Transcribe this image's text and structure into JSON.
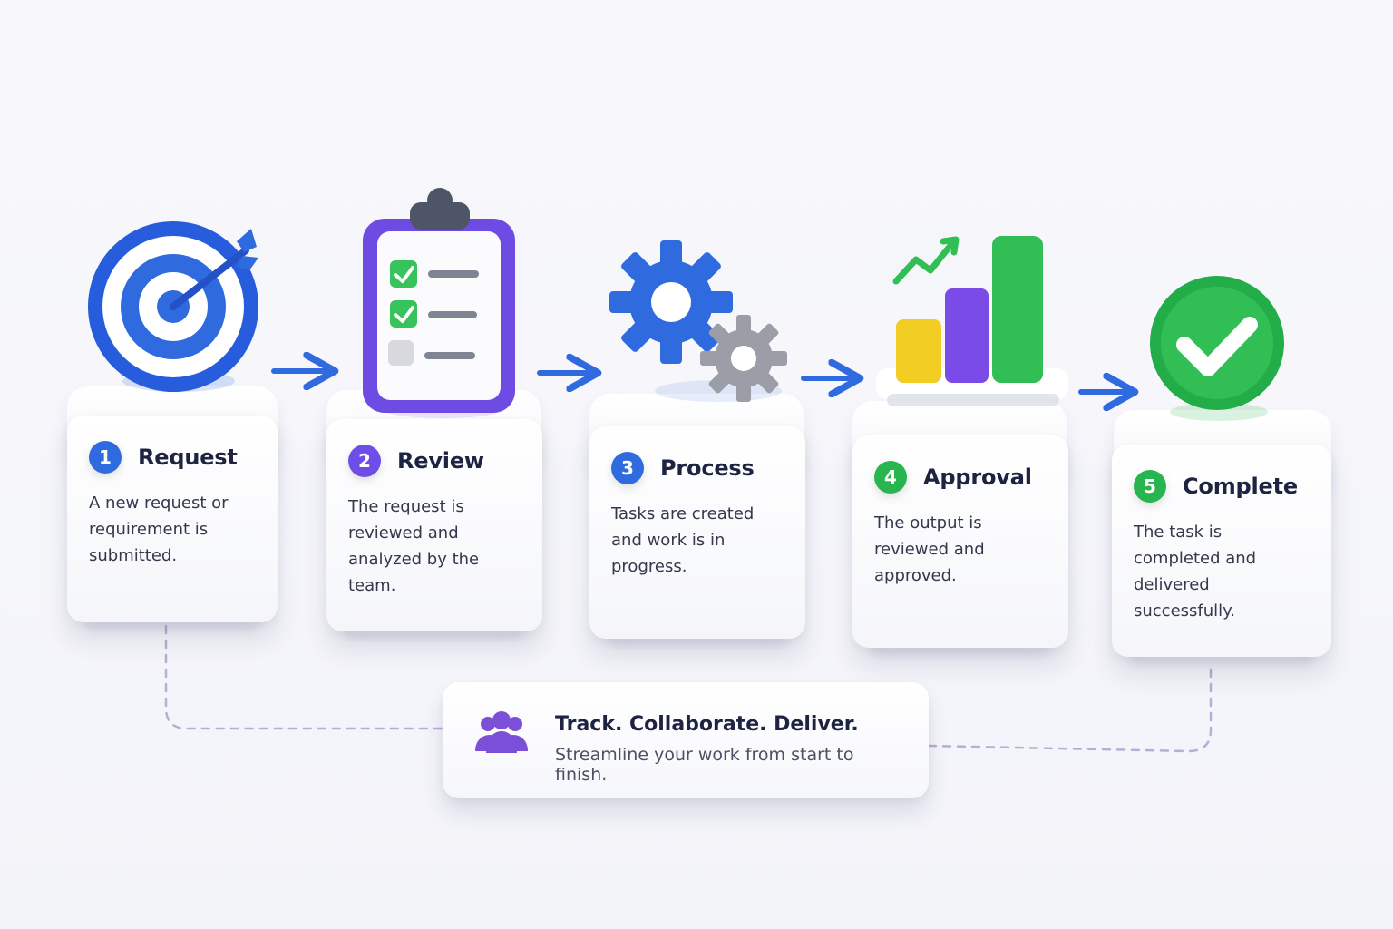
{
  "steps": [
    {
      "number": "1",
      "title": "Request",
      "description": "A new request or requirement is submitted.",
      "accent_color": "#2f6bdf",
      "icon": "target-icon"
    },
    {
      "number": "2",
      "title": "Review",
      "description": "The request is reviewed and analyzed by the team.",
      "accent_color": "#6f4ee8",
      "icon": "clipboard-checklist-icon"
    },
    {
      "number": "3",
      "title": "Process",
      "description": "Tasks are created and work is in progress.",
      "accent_color": "#2f6bdf",
      "icon": "gears-icon"
    },
    {
      "number": "4",
      "title": "Approval",
      "description": "The output is reviewed and approved.",
      "accent_color": "#28b44f",
      "icon": "growth-chart-icon"
    },
    {
      "number": "5",
      "title": "Complete",
      "description": "The task is completed and delivered successfully.",
      "accent_color": "#28b44f",
      "icon": "checkmark-circle-icon"
    }
  ],
  "summary": {
    "title": "Track. Collaborate. Deliver.",
    "subtitle": "Streamline your work from start to finish.",
    "icon": "team-icon",
    "icon_color": "#7b4fd8"
  },
  "colors": {
    "arrow": "#2f6bdf",
    "connector": "#b5aed6",
    "yellow": "#f2cd24",
    "purple": "#7a4be6",
    "green": "#31bf55",
    "gray": "#9a9ca6"
  }
}
